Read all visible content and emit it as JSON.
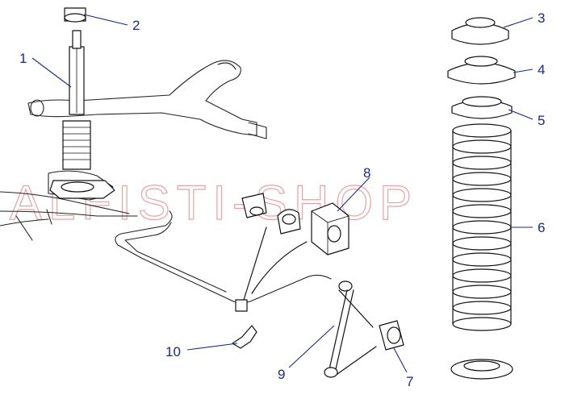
{
  "watermark": "ALFISTI-SHOP",
  "callouts": [
    "1",
    "2",
    "3",
    "4",
    "5",
    "6",
    "7",
    "8",
    "9",
    "10"
  ],
  "colors": {
    "callout": "#1a2a8c",
    "ink": "#111111",
    "watermark": "#e8a3a3"
  }
}
